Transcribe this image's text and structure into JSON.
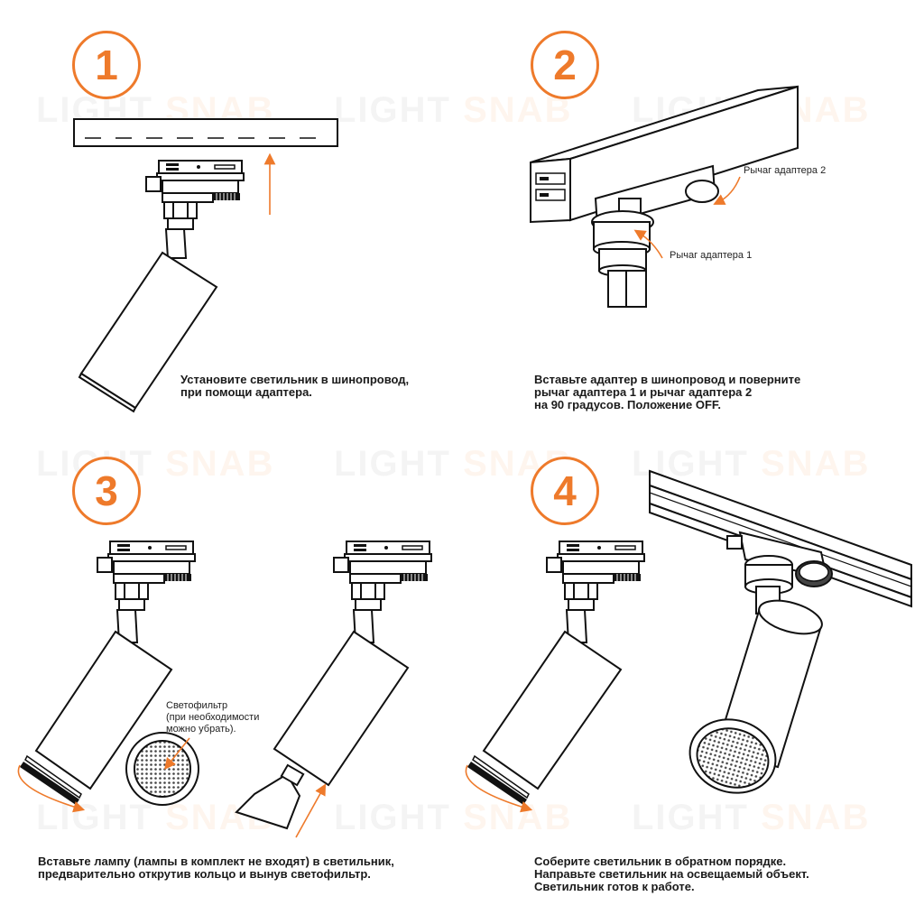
{
  "accent_color": "#ee7a2b",
  "watermark": {
    "word1": "LIGHT",
    "word2": "SNAB"
  },
  "steps": [
    {
      "number": "1",
      "caption": [
        "Установите светильник в шинопровод,",
        "при помощи адаптера."
      ]
    },
    {
      "number": "2",
      "caption": [
        "Вставьте адаптер в шинопровод и поверните",
        "рычаг адаптера 1 и рычаг адаптера 2",
        "на 90 градусов. Положение OFF."
      ]
    },
    {
      "number": "3",
      "caption": [
        "Вставьте лампу (лампы в комплект не входят) в светильник,",
        "предварительно открутив кольцо и вынув светофильтр."
      ]
    },
    {
      "number": "4",
      "caption": [
        "Соберите светильник в обратном порядке.",
        "Направьте светильник на освещаемый объект.",
        "Светильник готов к работе."
      ]
    }
  ],
  "labels": {
    "lever2": "Рычаг адаптера 2",
    "lever1": "Рычаг адаптера 1",
    "filter": [
      "Светофильтр",
      "(при необходимости",
      "можно убрать)."
    ]
  }
}
